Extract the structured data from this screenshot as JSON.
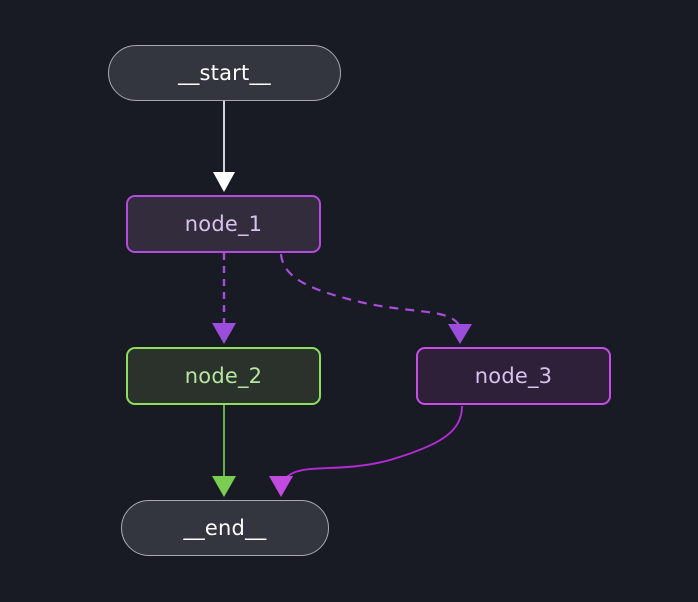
{
  "diagram": {
    "title": "langgraph-state-graph",
    "background_color": "#181b24",
    "nodes": [
      {
        "id": "start",
        "label": "__start__",
        "shape": "pill",
        "style": "terminal",
        "fill_color": "#34363f",
        "border_color": "#a8a9ae",
        "text_color": "#ffffff"
      },
      {
        "id": "node_1",
        "label": "node_1",
        "shape": "rounded-rect",
        "style": "purple",
        "fill_color": "#322c3c",
        "border_color": "#b44ae0",
        "text_color": "#d9c2ef"
      },
      {
        "id": "node_2",
        "label": "node_2",
        "shape": "rounded-rect",
        "style": "green",
        "fill_color": "#2b322c",
        "border_color": "#8ede5e",
        "text_color": "#b5e6a0"
      },
      {
        "id": "node_3",
        "label": "node_3",
        "shape": "rounded-rect",
        "style": "purple-deep",
        "fill_color": "#2e2038",
        "border_color": "#c84de8",
        "text_color": "#d9c2ef"
      },
      {
        "id": "end",
        "label": "__end__",
        "shape": "pill",
        "style": "terminal",
        "fill_color": "#34363f",
        "border_color": "#a8a9ae",
        "text_color": "#ffffff"
      }
    ],
    "edges": [
      {
        "id": "start-to-node_1",
        "from": "start",
        "to": "node_1",
        "line_style": "solid",
        "color": "#e8e8ec",
        "shape": "straight"
      },
      {
        "id": "node_1-to-node_2",
        "from": "node_1",
        "to": "node_2",
        "line_style": "dashed",
        "color": "#a64ddb",
        "shape": "straight"
      },
      {
        "id": "node_1-to-node_3",
        "from": "node_1",
        "to": "node_3",
        "line_style": "dashed",
        "color": "#a64ddb",
        "shape": "curve"
      },
      {
        "id": "node_2-to-end",
        "from": "node_2",
        "to": "end",
        "line_style": "solid",
        "color": "#6fbf4a",
        "shape": "straight"
      },
      {
        "id": "node_3-to-end",
        "from": "node_3",
        "to": "end",
        "line_style": "solid",
        "color": "#b42ad4",
        "shape": "curve"
      }
    ],
    "arrow_colors": {
      "white": "#e8e8ec",
      "purple": "#9b4ddb",
      "purple_bright": "#c14ae0",
      "green": "#7bcc52"
    }
  }
}
